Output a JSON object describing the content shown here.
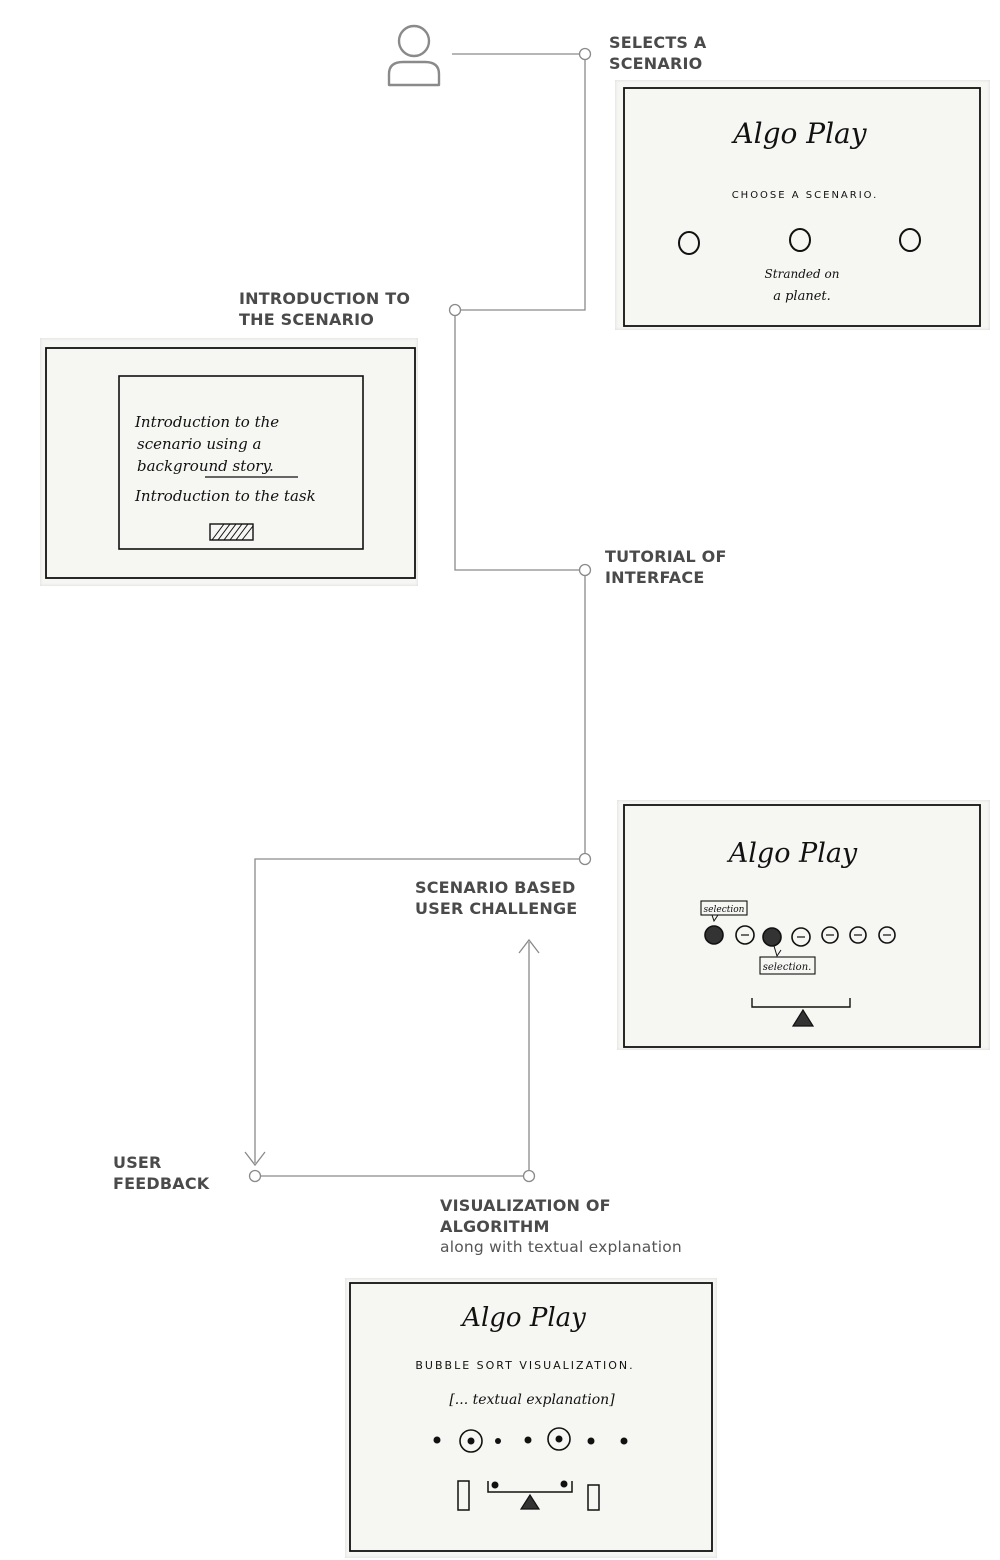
{
  "steps": {
    "select": {
      "line1": "SELECTS A",
      "line2": "SCENARIO"
    },
    "intro": {
      "line1": "INTRODUCTION TO",
      "line2": "THE SCENARIO"
    },
    "tutorial": {
      "line1": "TUTORIAL OF",
      "line2": "INTERFACE"
    },
    "challenge": {
      "line1": "SCENARIO BASED",
      "line2": "USER CHALLENGE"
    },
    "feedback": {
      "line1": "USER",
      "line2": "FEEDBACK"
    },
    "visualization": {
      "line1": "VISUALIZATION OF",
      "line2": "ALGORITHM",
      "subtitle": "along with textual explanation"
    }
  },
  "sketches": {
    "scenario": {
      "title": "Algo Play",
      "prompt": "CHOOSE A SCENARIO.",
      "caption_line1": "Stranded on",
      "caption_line2": "a planet."
    },
    "introduction": {
      "line1": "Introduction to the",
      "line2": "scenario using a",
      "line3": "background story.",
      "line4": "Introduction to the task"
    },
    "challenge": {
      "title": "Algo Play",
      "tag1": "selection",
      "tag2": "selection."
    },
    "visualization": {
      "title": "Algo Play",
      "heading": "BUBBLE SORT VISUALIZATION.",
      "explanation": "[... textual explanation]"
    }
  },
  "colors": {
    "connector": "#8a8a8a",
    "label": "#4a4a4a",
    "paper": "#f6f6f3",
    "ink": "#111111"
  },
  "icons": {
    "user": "user-icon"
  }
}
